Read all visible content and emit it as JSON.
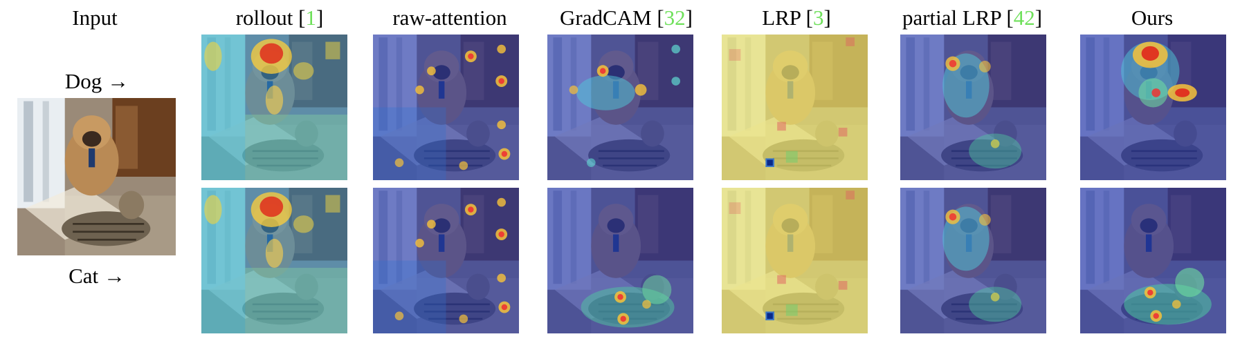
{
  "columns": [
    {
      "key": "input",
      "title": "Input",
      "cite": ""
    },
    {
      "key": "rollout",
      "title": "rollout",
      "cite": "1"
    },
    {
      "key": "raw_attention",
      "title": "raw-attention",
      "cite": ""
    },
    {
      "key": "gradcam",
      "title": "GradCAM",
      "cite": "32"
    },
    {
      "key": "lrp",
      "title": "LRP",
      "cite": "3"
    },
    {
      "key": "partial_lrp",
      "title": "partial LRP",
      "cite": "42"
    },
    {
      "key": "ours",
      "title": "Ours",
      "cite": ""
    }
  ],
  "rows": [
    {
      "label": "Dog →"
    },
    {
      "label": "Cat →"
    }
  ],
  "colors": {
    "citation": "#6ee05a",
    "heatmap_low": "#1a237e",
    "heatmap_high": "#d50000"
  }
}
